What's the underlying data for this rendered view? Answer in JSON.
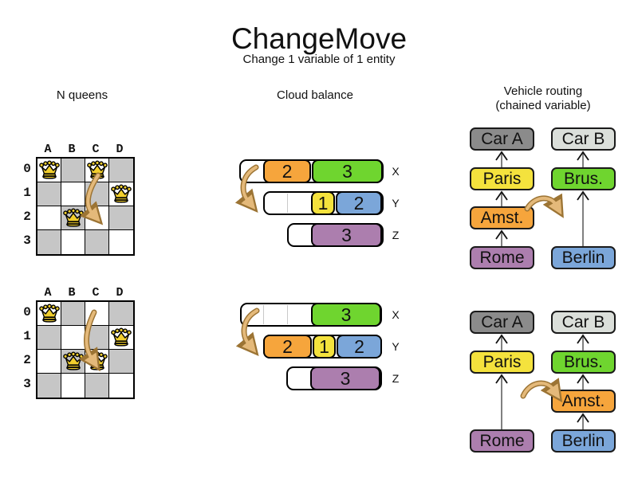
{
  "title": "ChangeMove",
  "subtitle": "Change 1 variable of 1 entity",
  "sections": {
    "nqueens": {
      "title": "N queens"
    },
    "cloud": {
      "title": "Cloud balance"
    },
    "vehicle": {
      "title": "Vehicle routing",
      "subtitle": "(chained variable)"
    }
  },
  "nqueens": {
    "columns": [
      "A",
      "B",
      "C",
      "D"
    ],
    "rows": [
      "0",
      "1",
      "2",
      "3"
    ],
    "boards": [
      {
        "state": "before",
        "queens": [
          {
            "col": "A",
            "row": 0
          },
          {
            "col": "C",
            "row": 0
          },
          {
            "col": "D",
            "row": 1
          },
          {
            "col": "B",
            "row": 2
          }
        ],
        "move": {
          "from": "C0",
          "to": "C2"
        }
      },
      {
        "state": "after",
        "queens": [
          {
            "col": "A",
            "row": 0
          },
          {
            "col": "D",
            "row": 1
          },
          {
            "col": "B",
            "row": 2
          },
          {
            "col": "C",
            "row": 2
          }
        ],
        "move": {
          "from": "C0",
          "to": "C2"
        }
      }
    ]
  },
  "cloud": {
    "computers": [
      "X",
      "Y",
      "Z"
    ],
    "before": {
      "rows": [
        {
          "computer": "X",
          "blocks": [
            {
              "value": "2",
              "color": "orange"
            },
            {
              "value": "3",
              "color": "green"
            }
          ]
        },
        {
          "computer": "Y",
          "blocks": [
            {
              "value": "1",
              "color": "yellow"
            },
            {
              "value": "2",
              "color": "blue"
            }
          ]
        },
        {
          "computer": "Z",
          "blocks": [
            {
              "value": "3",
              "color": "purple"
            }
          ]
        }
      ],
      "move": {
        "process": "2",
        "from": "X",
        "to": "Y"
      }
    },
    "after": {
      "rows": [
        {
          "computer": "X",
          "blocks": [
            {
              "value": "3",
              "color": "green"
            }
          ]
        },
        {
          "computer": "Y",
          "blocks": [
            {
              "value": "2",
              "color": "orange"
            },
            {
              "value": "1",
              "color": "yellow"
            },
            {
              "value": "2",
              "color": "blue"
            }
          ]
        },
        {
          "computer": "Z",
          "blocks": [
            {
              "value": "3",
              "color": "purple"
            }
          ]
        }
      ],
      "move": {
        "process": "2",
        "from": "X",
        "to": "Y"
      }
    }
  },
  "vehicle": {
    "before": {
      "left": [
        "Car A",
        "Paris",
        "Amst.",
        "Rome"
      ],
      "right": [
        "Car B",
        "Brus.",
        "Berlin"
      ],
      "move": {
        "entity": "Amst.",
        "from": "chain of Car A",
        "to": "chain of Car B"
      }
    },
    "after": {
      "left": [
        "Car A",
        "Paris",
        "Rome"
      ],
      "right": [
        "Car B",
        "Brus.",
        "Amst.",
        "Berlin"
      ],
      "move": {
        "entity": "Amst.",
        "from": "chain of Car A",
        "to": "chain of Car B"
      }
    }
  },
  "colors": {
    "orange": "#F6A53C",
    "green": "#6FD52F",
    "yellow": "#F4E23D",
    "blue": "#7BA6D9",
    "purple": "#AC7EAE",
    "car_a_gray": "#8B8B8B",
    "car_b_gray": "#DBDFDA",
    "board_dark": "#C6C6C6",
    "arrow_tan": "#E4B97A",
    "arrow_outline": "#9C7434"
  }
}
